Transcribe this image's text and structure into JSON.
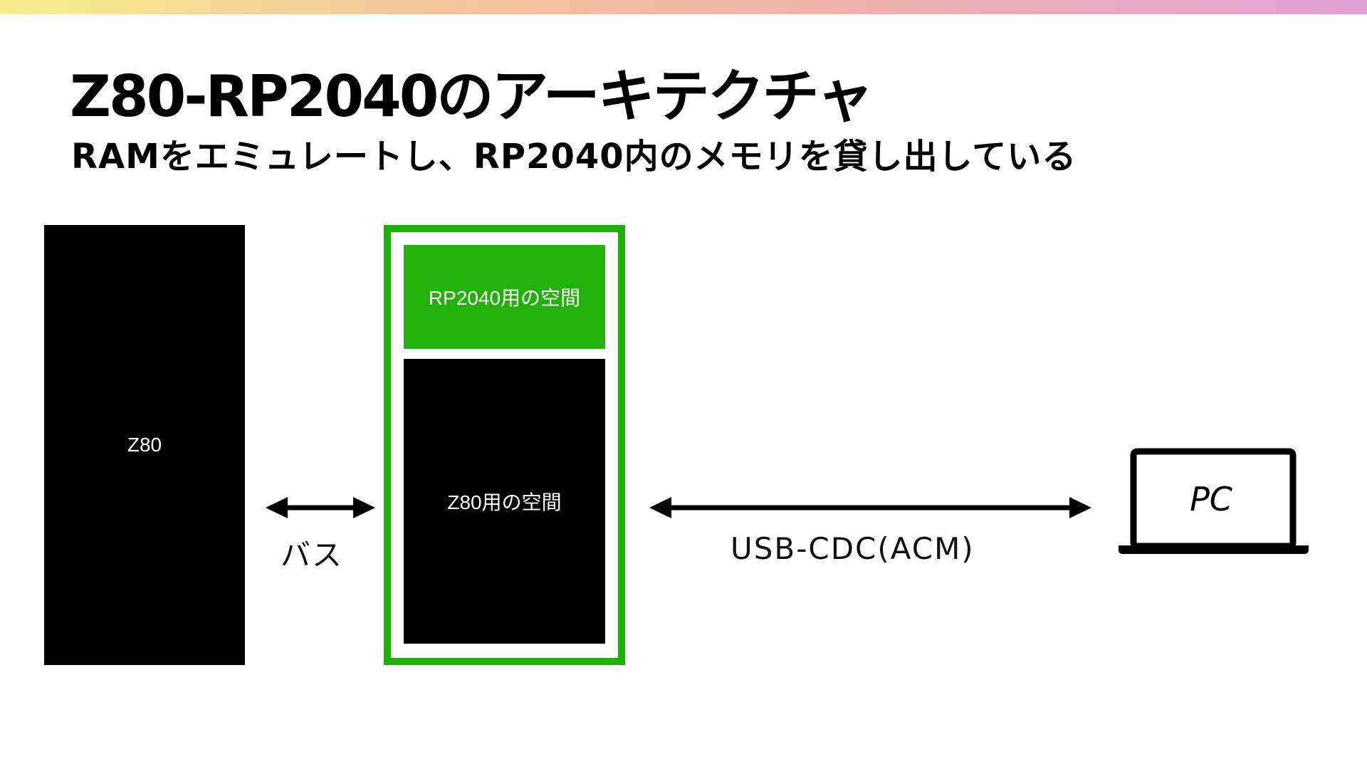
{
  "slide": {
    "title": "Z80-RP2040のアーキテクチャ",
    "subtitle": "RAMをエミュレートし、RP2040内のメモリを貸し出している"
  },
  "diagram": {
    "z80_label": "Z80",
    "rp2040_space_label": "RP2040用の空間",
    "z80_space_label": "Z80用の空間",
    "bus_label": "バス",
    "usb_label": "USB-CDC(ACM)",
    "pc_label": "PC"
  },
  "colors": {
    "accent_green": "#20b00a",
    "block_black": "#000000"
  },
  "icons": {
    "bus_arrow": "double-arrow-icon",
    "usb_arrow": "double-arrow-icon",
    "pc": "laptop-icon"
  }
}
